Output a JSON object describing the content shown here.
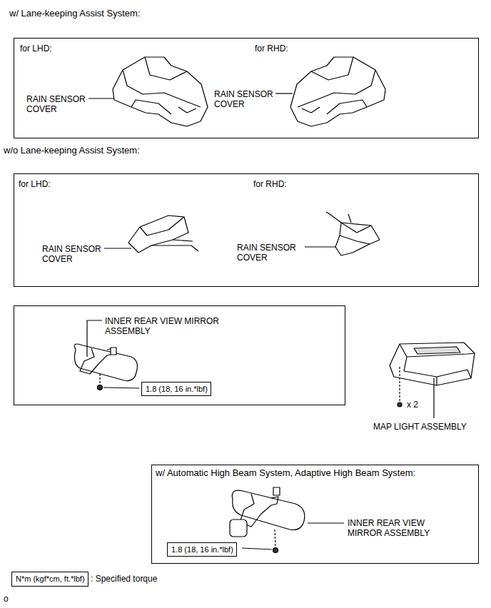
{
  "diagram": {
    "nodes": [
      {
        "text": [
          "w/ Lane-keeping Assist System:",
          "for LHD:",
          "RAIN SENSOR COVER",
          "for RHD:",
          "RAIN SENSOR COVER"
        ]
      },
      {
        "text": [
          "w/o Lane-keeping Assist System:",
          "for LHD:",
          "RAIN SENSOR COVER",
          "for RHD:",
          "RAIN SENSOR COVER"
        ]
      },
      {
        "text": [
          "INNER REAR VIEW MIRROR ASSEMBLY"
        ]
      },
      {
        "text": [
          "1.8 (18, 16 in.*lbf)"
        ],
        "in": 2
      },
      {
        "text": [
          "w/ Automatic High Beam System, Adaptive High Beam System:",
          "INNER REAR VIEW MIRROR ASSEMBLY"
        ]
      },
      {
        "text": [
          "1.8 (18, 16 in.*lbf)"
        ],
        "in": 4
      },
      {
        "text": [
          "N*m (kgf*cm, ft.*lbf)"
        ]
      }
    ],
    "edges": [],
    "labels": [
      "x 2",
      "MAP LIGHT ASSEMBLY",
      ": Specified torque",
      "o"
    ]
  }
}
